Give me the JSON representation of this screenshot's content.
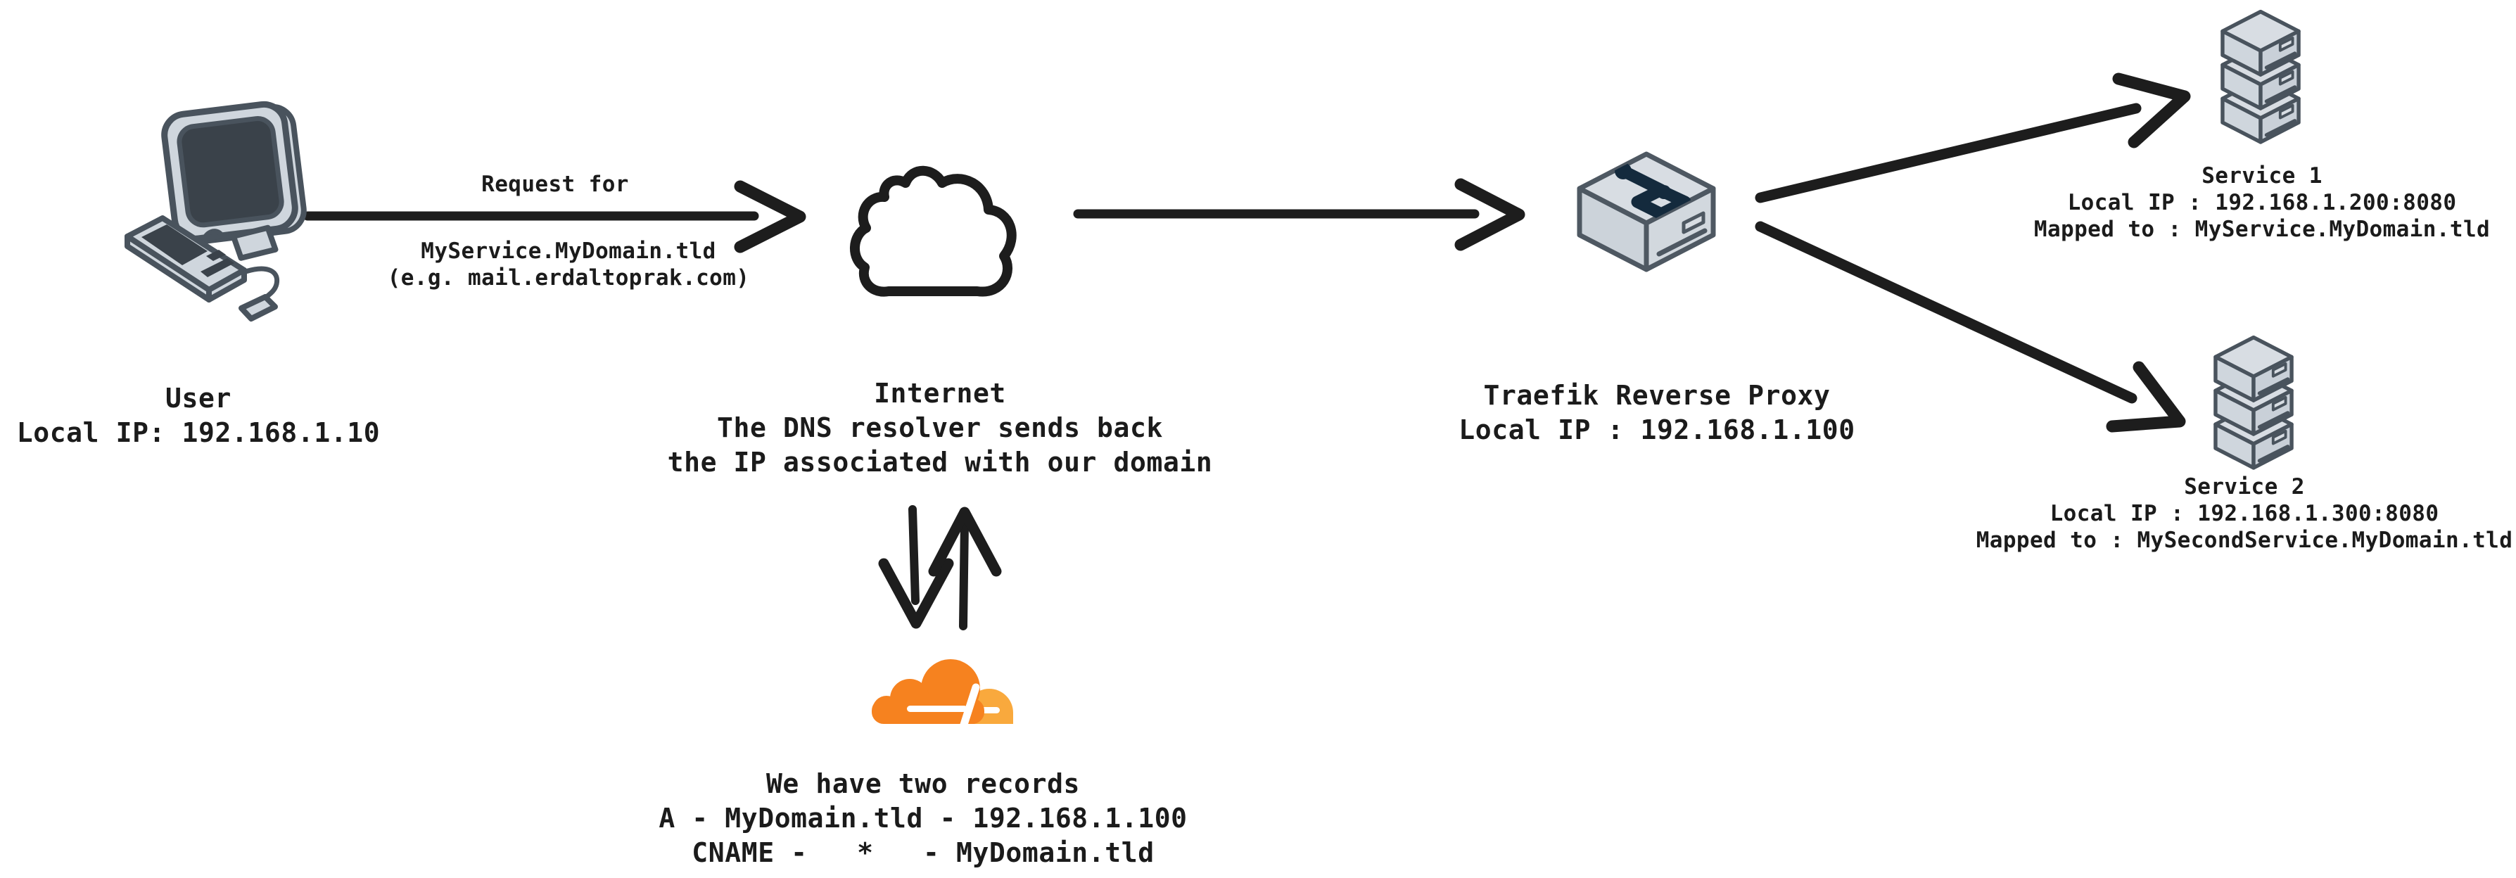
{
  "title": "Traefik reverse proxy DNS flow diagram",
  "palette": {
    "background": "#ffffff",
    "arrow": "#1d1d1d",
    "text": "#1b1b1b",
    "icon_outline": "#49535d",
    "icon_fill_light": "#cfd6dd",
    "icon_fill_top": "#d8dde3",
    "screen_dark": "#3a424a",
    "traefik_circuit": "#142a3d",
    "cloudflare_orange": "#f6821f",
    "cloudflare_light_orange": "#f9a93d"
  },
  "nodes": {
    "user": {
      "title": "User",
      "subtitle": "Local IP: 192.168.1.10",
      "icon": "retro-computer"
    },
    "request_label": {
      "above_arrow": "Request for",
      "line1": "MyService.MyDomain.tld",
      "line2": "(e.g. mail.erdaltoprak.com)"
    },
    "internet": {
      "title": "Internet",
      "desc1": "The DNS resolver sends back",
      "desc2": "the IP associated with our domain",
      "icon": "cloud-outline"
    },
    "cloudflare": {
      "line1": "We have two records",
      "line2": "A - MyDomain.tld - 192.168.1.100",
      "line3": "CNAME -   *   - MyDomain.tld",
      "icon": "cloudflare-logo"
    },
    "traefik": {
      "title": "Traefik Reverse Proxy",
      "subtitle": "Local IP : 192.168.1.100",
      "icon": "traefik-box"
    },
    "service1": {
      "title": "Service 1",
      "ip": "Local IP : 192.168.1.200:8080",
      "mapped": "Mapped to : MyService.MyDomain.tld",
      "icon": "server-stack"
    },
    "service2": {
      "title": "Service 2",
      "ip": "Local IP : 192.168.1.300:8080",
      "mapped": "Mapped to : MySecondService.MyDomain.tld",
      "icon": "server-stack"
    }
  },
  "edges": [
    {
      "from": "user",
      "to": "internet",
      "label": "Request for MyService.MyDomain.tld (e.g. mail.erdaltoprak.com)"
    },
    {
      "from": "internet",
      "to": "traefik",
      "label": ""
    },
    {
      "from": "internet",
      "to": "cloudflare",
      "label": "",
      "bidirectional": true
    },
    {
      "from": "traefik",
      "to": "service1",
      "label": ""
    },
    {
      "from": "traefik",
      "to": "service2",
      "label": ""
    }
  ]
}
